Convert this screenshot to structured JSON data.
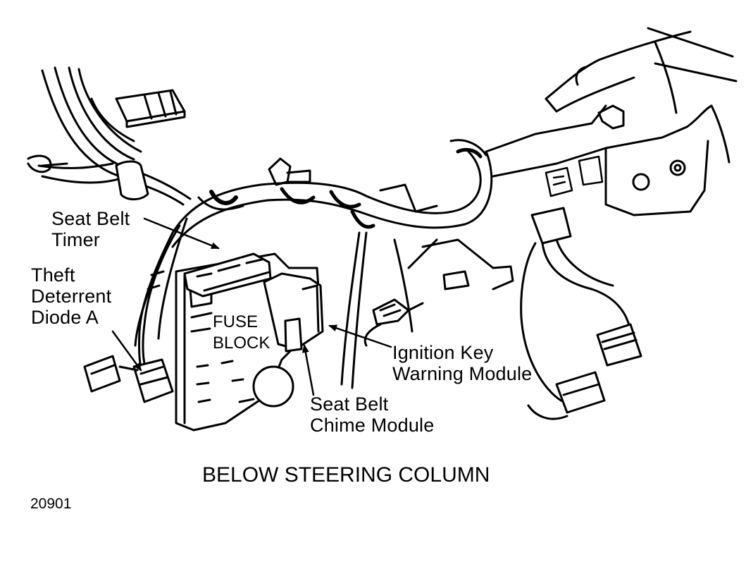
{
  "labels": {
    "seat_belt_timer": [
      "Seat Belt",
      "Timer"
    ],
    "theft_diode": [
      "Theft",
      "Deterrent",
      "Diode A"
    ],
    "fuse_block": [
      "FUSE",
      "BLOCK"
    ],
    "ignition_key": [
      "Ignition Key",
      "Warning Module"
    ],
    "seat_belt_chime": [
      "Seat Belt",
      "Chime Module"
    ]
  },
  "caption": "BELOW STEERING COLUMN",
  "figure_number": "20901"
}
